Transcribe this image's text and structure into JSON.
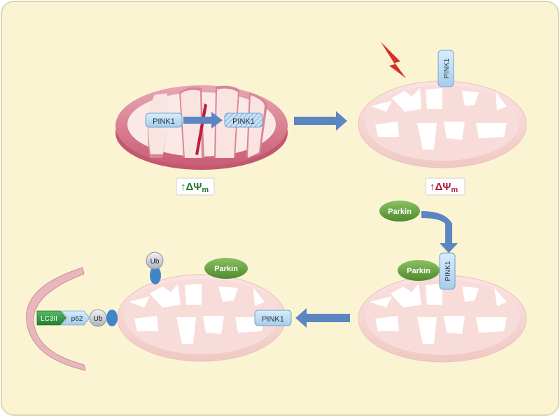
{
  "labels": {
    "pink1": "PINK1",
    "parkin": "Parkin",
    "ub": "Ub",
    "p62": "p62",
    "lc3ii": "LC3II",
    "delta_psi_symbol": "↑ΔΨ",
    "delta_psi_sub": "m"
  },
  "colors": {
    "background": "#faf4d2",
    "outer_border": "#dcd7b2",
    "healthy_membrane": "#d87f90",
    "damaged_membrane": "#f5d6d4",
    "pink1_fill": "#bcdcf3",
    "pink1_stroke": "#6fa3cf",
    "parkin_fill": "#5e9b3a",
    "arrow": "#5b86c2",
    "lightning": "#d8312b",
    "green_text": "#1f7a3a",
    "red_text": "#b3123a",
    "ub_fill": "#c8ccd4",
    "blue_ellipse": "#3f86c9",
    "lc3_fill": "#3aa04a",
    "p62_fill": "#bcdcf3",
    "phagophore": "#e7b7bd"
  },
  "icons": [
    "lightning-bolt-icon",
    "arrow-right-icon",
    "arrow-left-icon",
    "arrow-down-icon"
  ]
}
